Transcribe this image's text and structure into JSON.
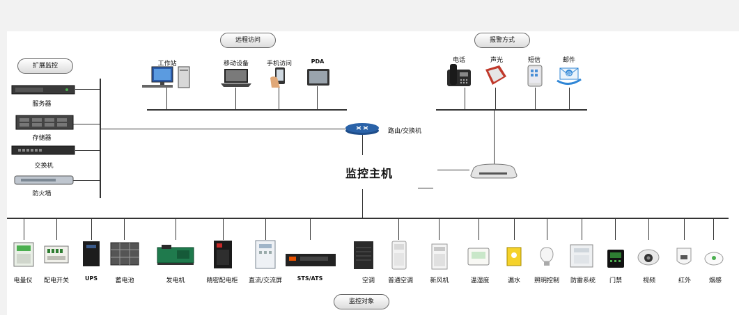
{
  "labels": {
    "remote_access": "远程访问",
    "alarm_methods": "报警方式",
    "extended_monitoring": "扩展监控",
    "router_switch": "路由/交换机",
    "host": "监控主机",
    "monitored_objects": "监控对象"
  },
  "remote": {
    "workstation": "工作站",
    "mobile": "移动设备",
    "phone": "手机访问",
    "pda": "PDA"
  },
  "alarm": {
    "telephone": "电话",
    "sound_light": "声光",
    "sms": "短信",
    "email": "邮件"
  },
  "extended": {
    "server": "服务器",
    "storage": "存储器",
    "switch": "交换机",
    "firewall": "防火墙"
  },
  "objects": {
    "meter": "电量仪",
    "breaker": "配电开关",
    "ups": "UPS",
    "battery": "蓄电池",
    "generator": "发电机",
    "precision_cabinet": "精密配电柜",
    "dc_ac_panel": "直流/交流屏",
    "sts_ats": "STS/ATS",
    "ac": "空调",
    "normal_ac": "普通空调",
    "fresh_air": "新风机",
    "temp_humidity": "温湿度",
    "water_leak": "漏水",
    "lighting": "照明控制",
    "lightning": "防雷系统",
    "access": "门禁",
    "video": "视频",
    "infrared": "红外",
    "smoke": "烟感"
  },
  "colors": {
    "line": "#333333",
    "router_blue": "#2a62a8",
    "alarm_red": "#c0392b",
    "email_blue": "#2f86d6"
  }
}
